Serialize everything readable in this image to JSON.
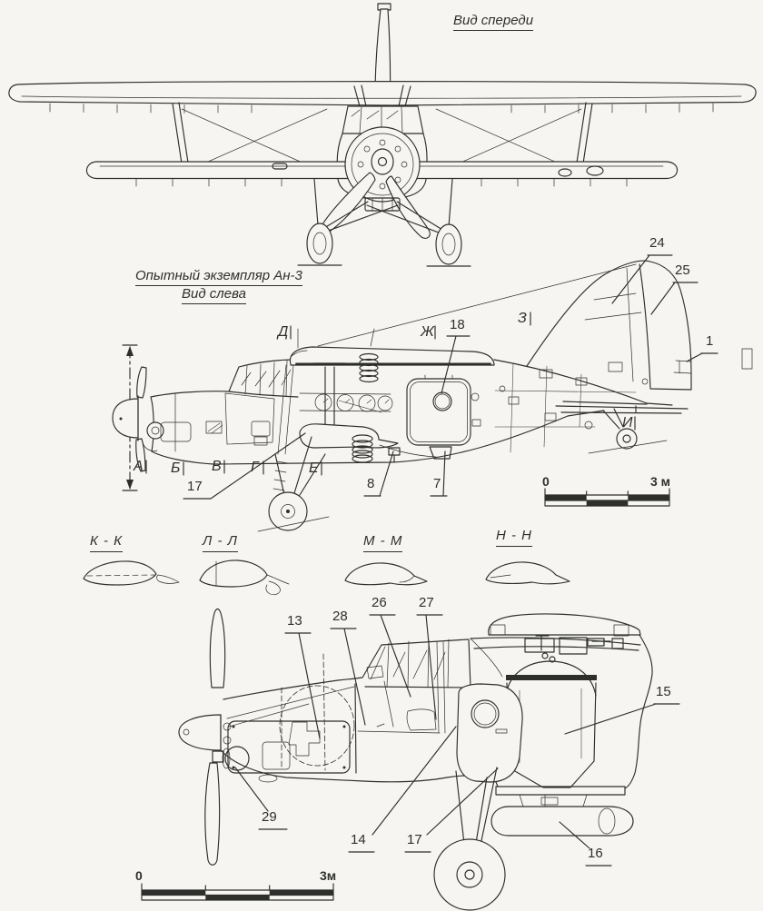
{
  "colors": {
    "paper": "#f6f5f1",
    "ink": "#2e2e2c"
  },
  "front_view": {
    "title": "Вид спереди"
  },
  "side_view": {
    "title_line1": "Опытный экземпляр Ан-3",
    "title_line2": "Вид слева",
    "section_markers_top": {
      "d": "Д",
      "zh": "Ж",
      "z": "З"
    },
    "section_markers_bottom": {
      "a": "А",
      "b": "Б",
      "v": "В",
      "g": "Г",
      "e": "Е",
      "i": "И"
    },
    "callouts": {
      "c18": "18",
      "c24": "24",
      "c25": "25",
      "c1": "1",
      "c17": "17",
      "c8": "8",
      "c7": "7"
    },
    "scale_bar": {
      "start": "0",
      "end": "3 м"
    }
  },
  "wing_sections": {
    "kk": "К - К",
    "ll": "Л - Л",
    "mm": "М - М",
    "nn": "Н - Н"
  },
  "cutaway_view": {
    "callouts": {
      "c13": "13",
      "c28": "28",
      "c26": "26",
      "c27": "27",
      "c15": "15",
      "c29": "29",
      "c14": "14",
      "c17": "17",
      "c16": "16"
    },
    "scale_bar": {
      "start": "0",
      "end": "3м"
    }
  }
}
